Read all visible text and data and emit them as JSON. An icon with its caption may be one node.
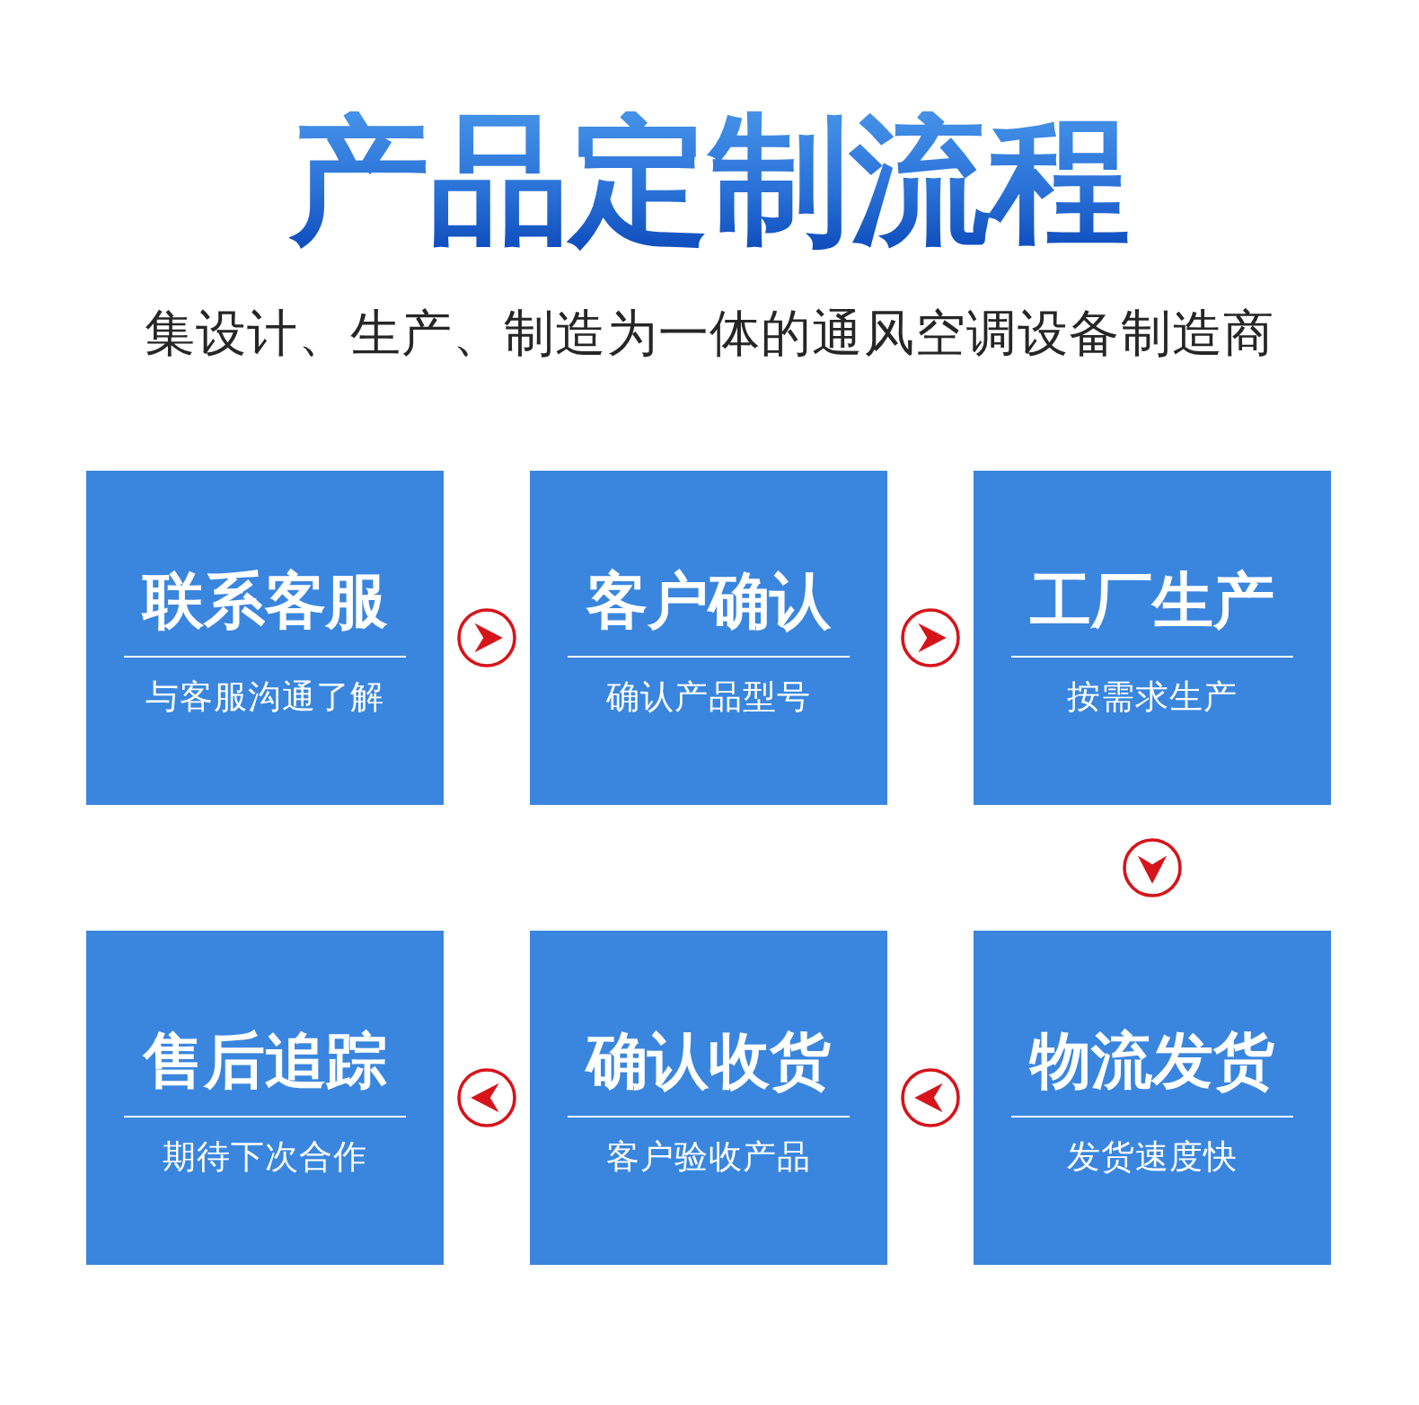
{
  "diagram": {
    "title": "产品定制流程",
    "nodes": [
      {
        "text": [
          "联系客服",
          "与客服沟通了解"
        ]
      },
      {
        "text": [
          "客户确认",
          "确认产品型号"
        ]
      },
      {
        "text": [
          "工厂生产",
          "按需求生产"
        ]
      },
      {
        "text": [
          "售后追踪",
          "期待下次合作"
        ]
      },
      {
        "text": [
          "确认收货",
          "客户验收产品"
        ]
      },
      {
        "text": [
          "物流发货",
          "发货速度快"
        ]
      }
    ],
    "edges": [
      {
        "from": 0,
        "to": 1,
        "arrow": "to"
      },
      {
        "from": 1,
        "to": 2,
        "arrow": "to"
      },
      {
        "from": 2,
        "to": 5,
        "arrow": "to"
      },
      {
        "from": 5,
        "to": 4,
        "arrow": "to"
      },
      {
        "from": 4,
        "to": 3,
        "arrow": "to"
      }
    ],
    "labels": [
      "集设计、生产、制造为一体的通风空调设备制造商"
    ]
  }
}
